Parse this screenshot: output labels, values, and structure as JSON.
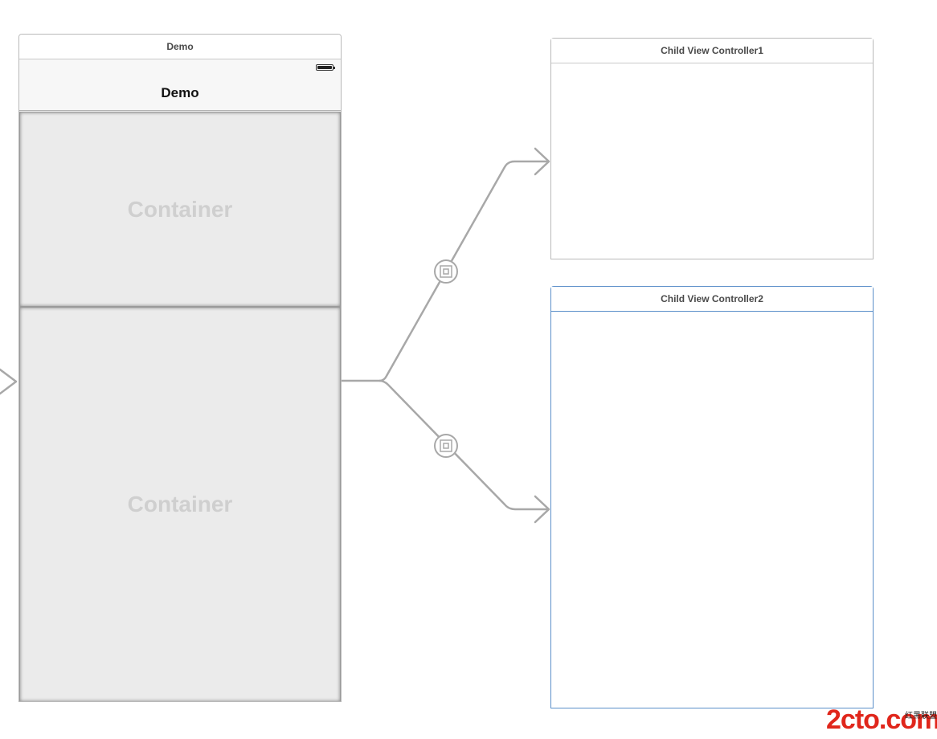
{
  "main_scene": {
    "scene_title": "Demo",
    "nav_title": "Demo",
    "containers": [
      {
        "label": "Container"
      },
      {
        "label": "Container"
      }
    ]
  },
  "child_scenes": [
    {
      "scene_title": "Child View Controller1"
    },
    {
      "scene_title": "Child View Controller2"
    }
  ],
  "segues": [
    {
      "kind": "embed",
      "icon": "embed-segue-icon"
    },
    {
      "kind": "embed",
      "icon": "embed-segue-icon"
    }
  ],
  "watermark": {
    "logo_text": "2cto.com",
    "subtitle": "红黑联盟"
  },
  "colors": {
    "selected_border": "#5b8fc9",
    "connection_line": "#a8a8a8",
    "watermark_red": "#e0261b"
  }
}
